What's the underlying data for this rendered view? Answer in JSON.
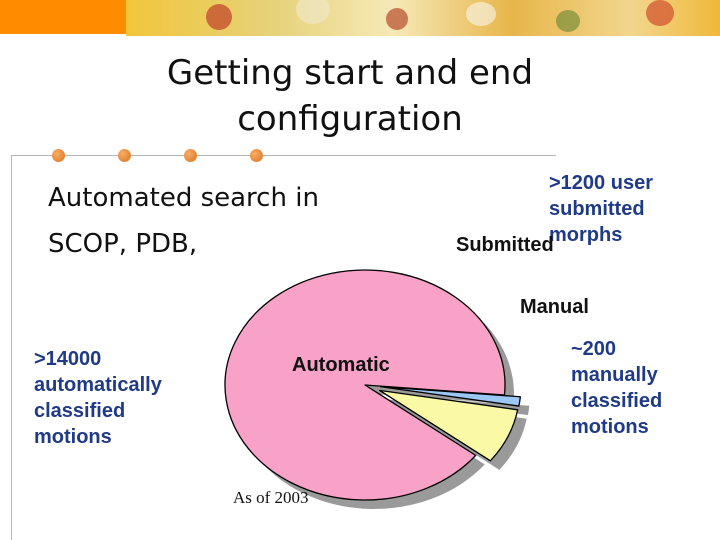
{
  "slide": {
    "title_lines": [
      "Getting start and end",
      "configuration"
    ],
    "bullet_lines": [
      "Automated search in",
      "SCOP, PDB,"
    ],
    "annotations": {
      "user": ">1200 user submitted morphs",
      "auto": ">14000 automatically classified motions",
      "manual": "~200 manually classified motions"
    },
    "footnote": "As of 2003",
    "colors": {
      "automatic": "#f7a2c6",
      "submitted": "#fafaa6",
      "manual": "#9cc6f4",
      "annotation_text": "#1f3a86",
      "accent": "#ff8c00"
    }
  },
  "chart_data": {
    "type": "pie",
    "labels": [
      "Automatic",
      "Submitted",
      "Manual"
    ],
    "values": [
      14000,
      1200,
      200
    ],
    "exploded": [
      "Submitted",
      "Manual"
    ]
  }
}
